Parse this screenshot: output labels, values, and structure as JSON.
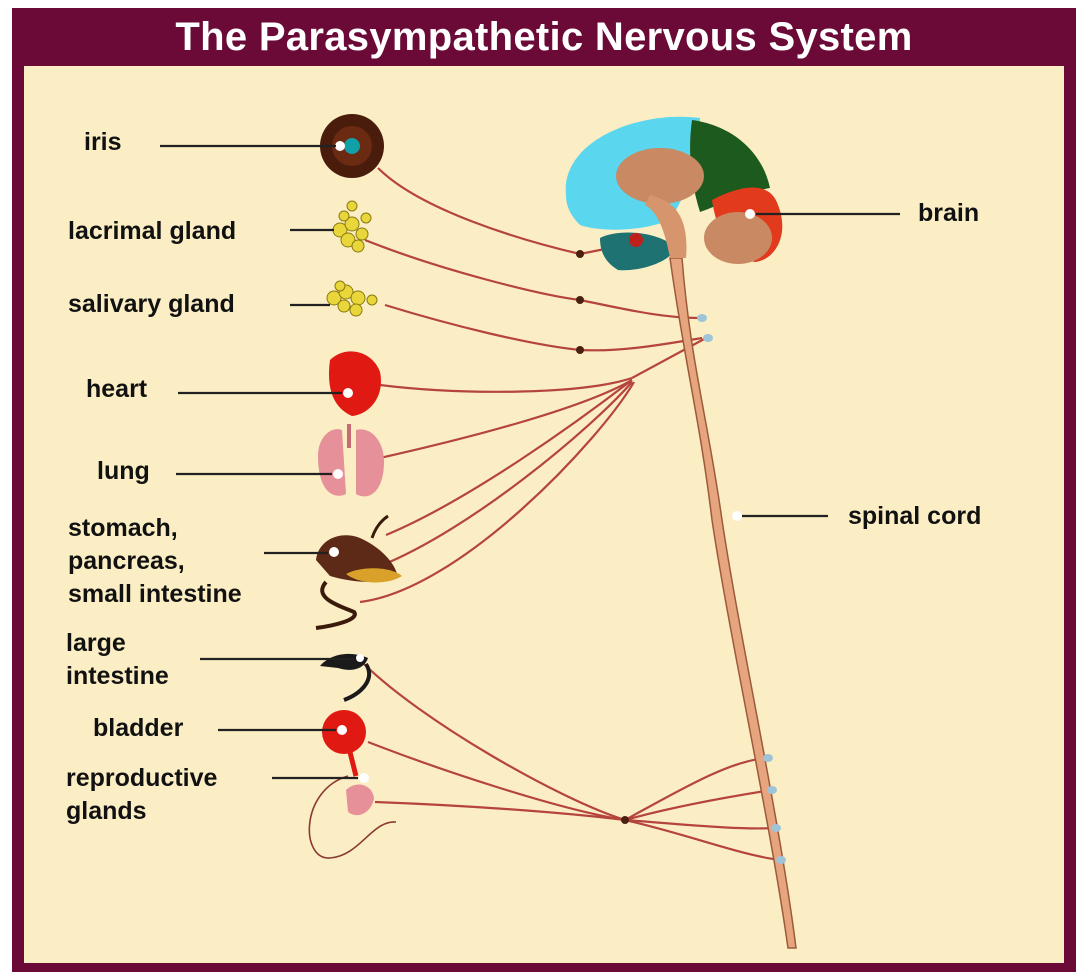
{
  "title": "The Parasympathetic Nervous System",
  "colors": {
    "frame": "#6b0a37",
    "panel": "#fbeec5",
    "nerve": "#b5443c",
    "spinal_cord": "#e6a57e",
    "leader_line": "#222222"
  },
  "labels": {
    "iris": "iris",
    "lacrimal_gland": "lacrimal gland",
    "salivary_gland": "salivary gland",
    "heart": "heart",
    "lung": "lung",
    "stomach": [
      "stomach,",
      "pancreas,",
      "small intestine"
    ],
    "large_intestine": [
      "large",
      "intestine"
    ],
    "bladder": "bladder",
    "reproductive_glands": [
      "reproductive",
      "glands"
    ],
    "brain": "brain",
    "spinal_cord": "spinal cord"
  }
}
